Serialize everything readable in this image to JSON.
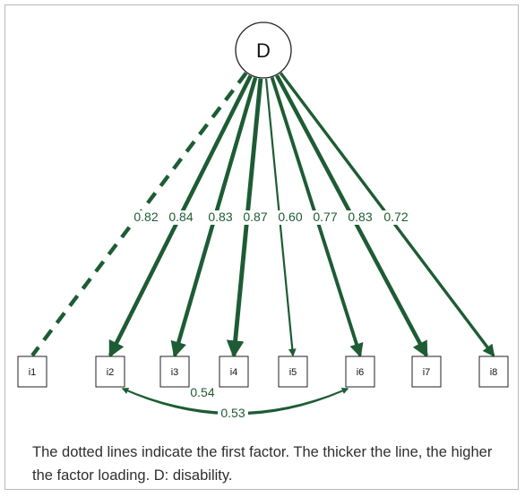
{
  "diagram": {
    "factor": {
      "label": "D"
    },
    "items": [
      "i1",
      "i2",
      "i3",
      "i4",
      "i5",
      "i6",
      "i7",
      "i8"
    ],
    "loadings": [
      {
        "item": "i1",
        "value": "0.82",
        "style": "dashed"
      },
      {
        "item": "i2",
        "value": "0.84",
        "style": "solid"
      },
      {
        "item": "i3",
        "value": "0.83",
        "style": "solid"
      },
      {
        "item": "i4",
        "value": "0.87",
        "style": "solid"
      },
      {
        "item": "i5",
        "value": "0.60",
        "style": "solid"
      },
      {
        "item": "i6",
        "value": "0.77",
        "style": "solid"
      },
      {
        "item": "i7",
        "value": "0.83",
        "style": "solid"
      },
      {
        "item": "i8",
        "value": "0.72",
        "style": "solid"
      }
    ],
    "covariances": [
      {
        "from": "i2",
        "to": "i6",
        "value": "0.54"
      },
      {
        "from": "i2",
        "to": "i6",
        "value": "0.53"
      }
    ],
    "colors": {
      "path": "#1d5c34",
      "node_border": "#222222",
      "text": "#111111"
    }
  },
  "caption": "The dotted lines indicate the first factor. The thicker the line, the higher the factor loading. D: disability."
}
